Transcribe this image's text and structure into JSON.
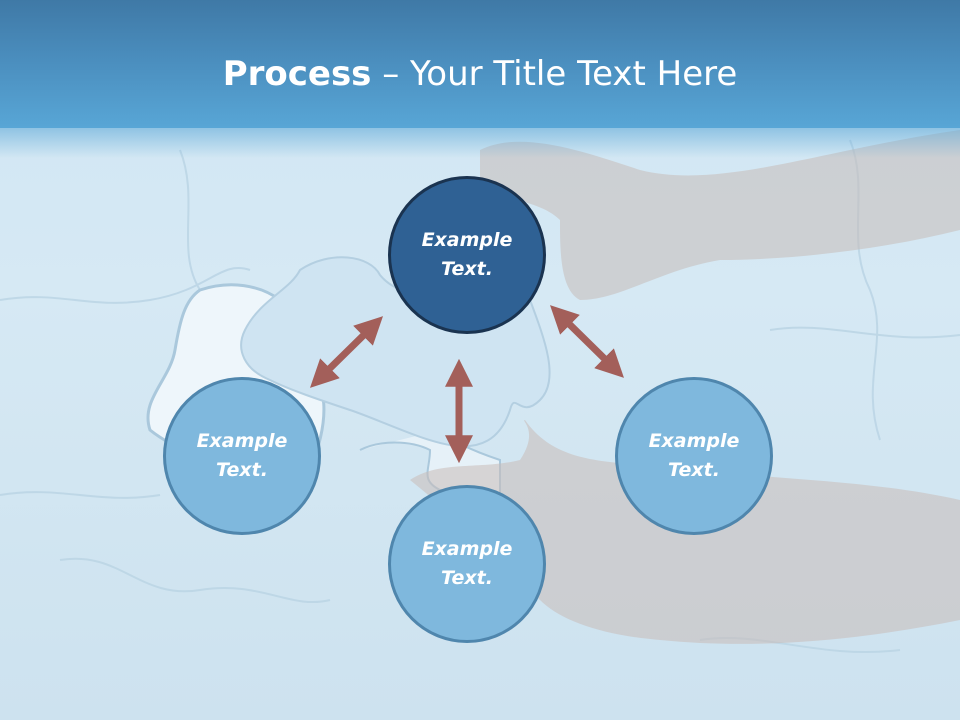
{
  "slide": {
    "title_bold": "Process",
    "title_rest": " – Your Title Text Here",
    "nodes": {
      "top": {
        "line1": "Example",
        "line2": "Text."
      },
      "left": {
        "line1": "Example",
        "line2": "Text."
      },
      "right": {
        "line1": "Example",
        "line2": "Text."
      },
      "bottom": {
        "line1": "Example",
        "line2": "Text."
      }
    }
  },
  "colors": {
    "title_band": "#4a8dbd",
    "node_dark": "#2f6194",
    "node_light": "#7fb8dd",
    "arrow": "#a35f5a",
    "background": "#d5e8f3"
  }
}
